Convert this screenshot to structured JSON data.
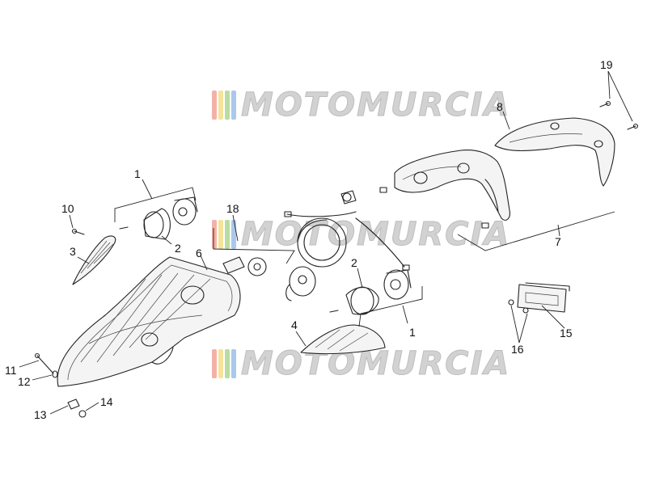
{
  "watermark": {
    "text": "MOTOMURCIA",
    "stripe_colors": [
      "#f3b2a8",
      "#f4e49a",
      "#b8dca2",
      "#a9c8ec"
    ]
  },
  "callouts": {
    "c1a": "1",
    "c1b": "1",
    "c2a": "2",
    "c2b": "2",
    "c3": "3",
    "c4": "4",
    "c6": "6",
    "c7": "7",
    "c8": "8",
    "c10": "10",
    "c11": "11",
    "c12": "12",
    "c13": "13",
    "c14": "14",
    "c15": "15",
    "c16": "16",
    "c18": "18",
    "c19": "19"
  }
}
